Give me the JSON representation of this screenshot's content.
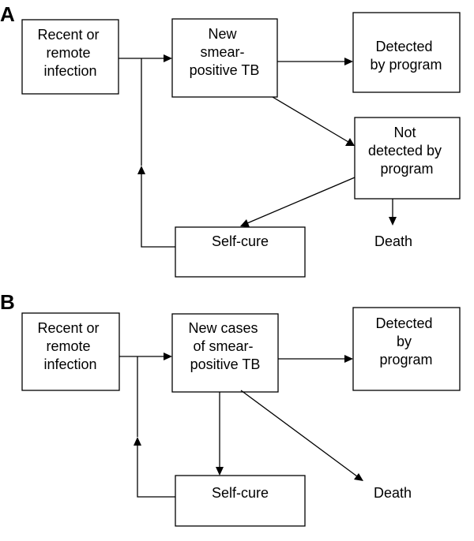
{
  "panel_a": {
    "letter": "A",
    "infection": [
      "Recent or",
      "remote",
      "infection"
    ],
    "new_tb": [
      "New",
      "smear-",
      "positive TB"
    ],
    "detected": [
      "Detected",
      "by program"
    ],
    "not_detected": [
      "Not",
      "detected by",
      "program"
    ],
    "self_cure": [
      "Self-cure"
    ],
    "death": [
      "Death"
    ]
  },
  "panel_b": {
    "letter": "B",
    "infection": [
      "Recent or",
      "remote",
      "infection"
    ],
    "new_tb": [
      "New cases",
      "of smear-",
      "positive TB"
    ],
    "detected": [
      "Detected",
      "by",
      "program"
    ],
    "self_cure": [
      "Self-cure"
    ],
    "death": [
      "Death"
    ]
  }
}
